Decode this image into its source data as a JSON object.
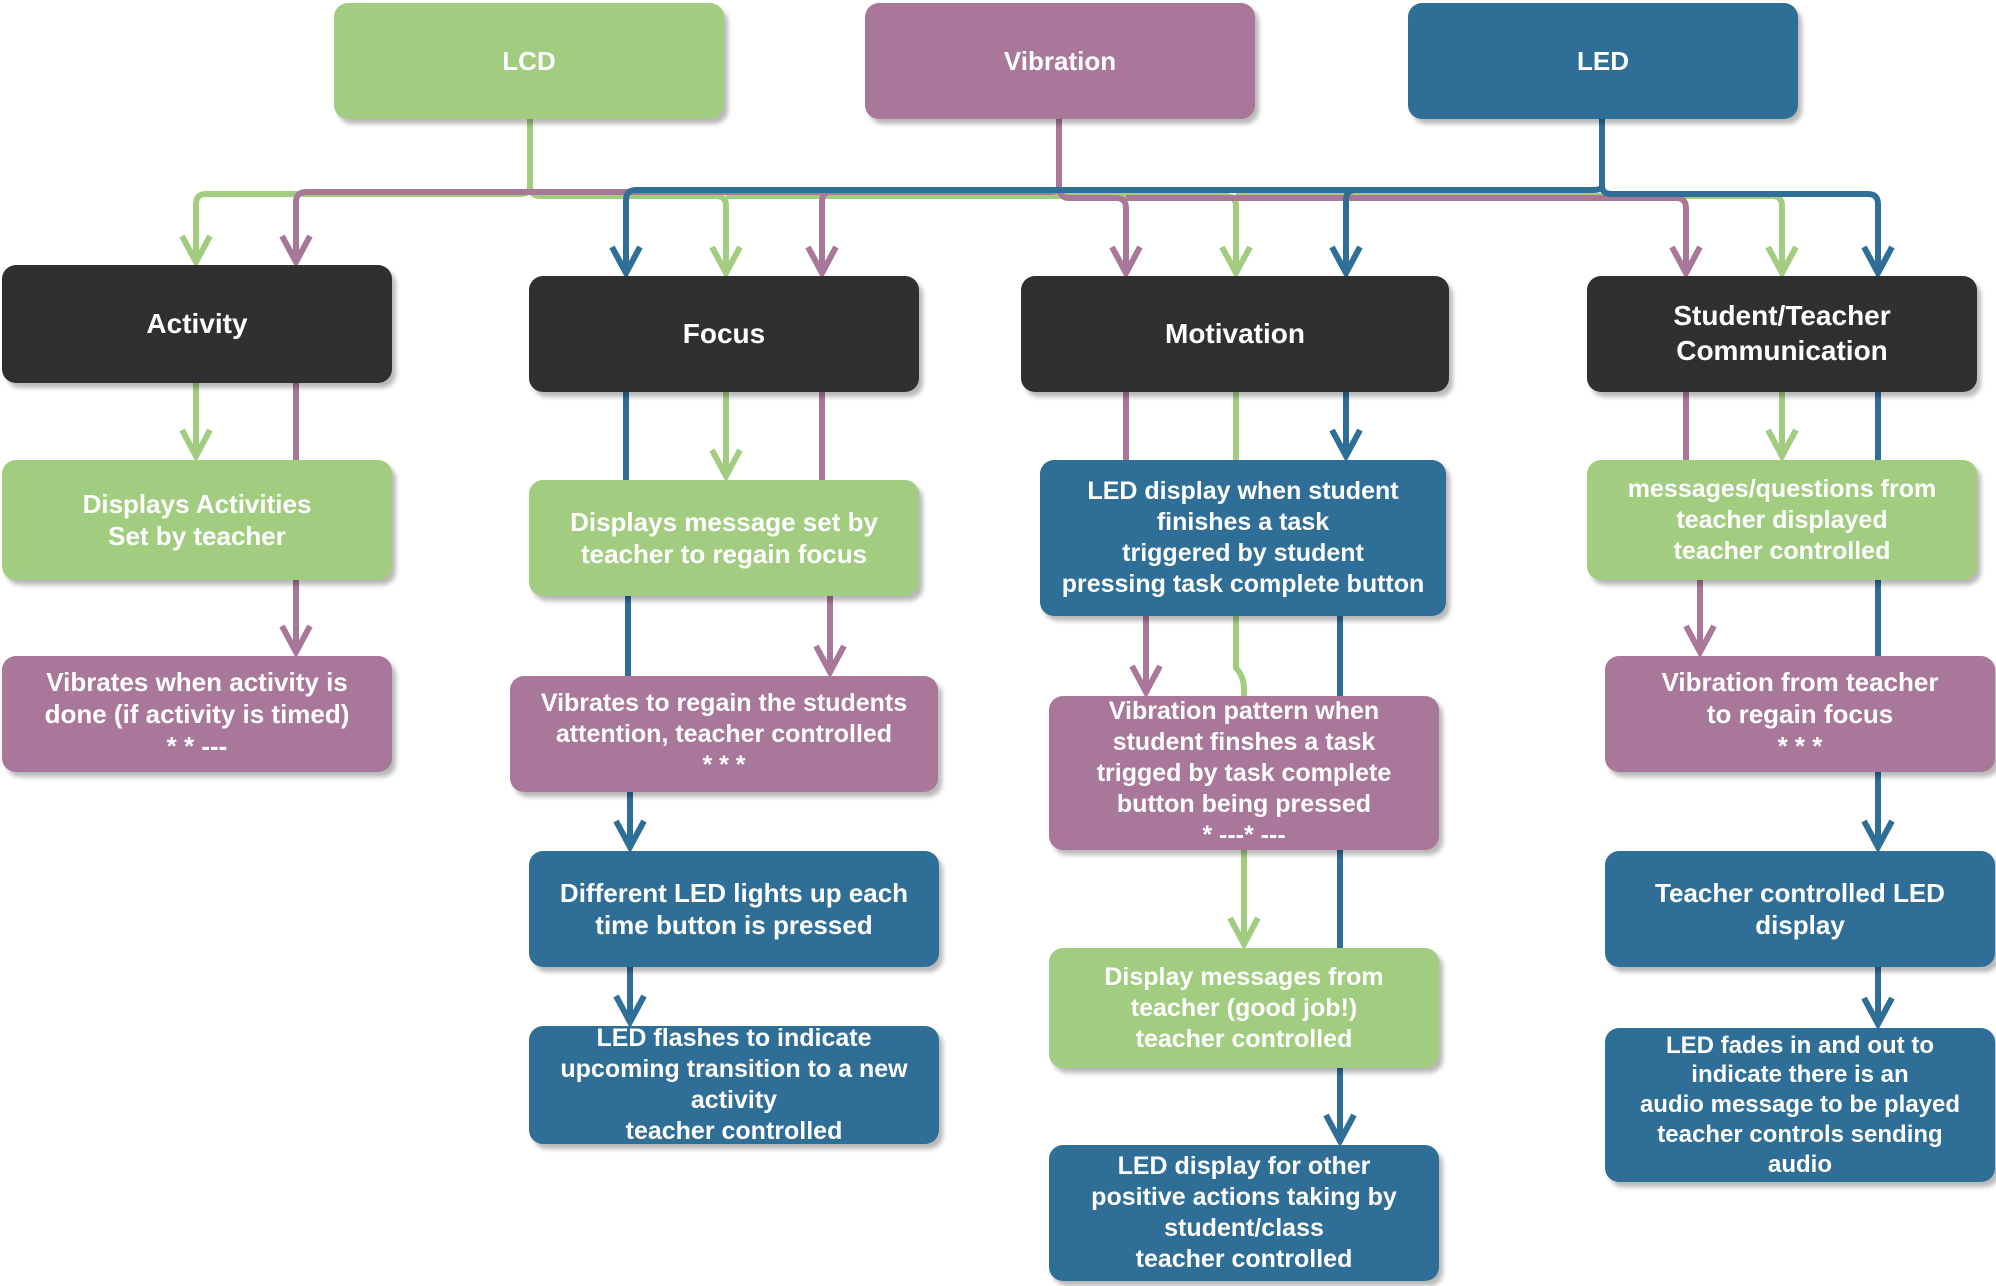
{
  "colors": {
    "lcd": "#a2cd80",
    "vibration": "#a97799",
    "led": "#2f6e96",
    "category": "#303030"
  },
  "sources": {
    "lcd": "LCD",
    "vibration": "Vibration",
    "led": "LED"
  },
  "categories": {
    "activity": "Activity",
    "focus": "Focus",
    "motivation": "Motivation",
    "communication": "Student/Teacher\nCommunication"
  },
  "activity": {
    "lcd_display": "Displays Activities\nSet by teacher",
    "vibrate_done": "Vibrates when activity is\ndone (if activity is timed)\n* * ---"
  },
  "focus": {
    "lcd_message": "Displays message set by\nteacher to regain focus",
    "vibrate_attention": "Vibrates to regain the students\nattention, teacher controlled\n* * *",
    "led_button": "Different LED  lights up each\ntime button is pressed",
    "led_transition": "LED flashes to indicate\nupcoming transition to a new\nactivity\nteacher controlled"
  },
  "motivation": {
    "led_task": "LED display when student\nfinishes a task\ntriggered by student\npressing task complete button",
    "vibration_pattern": "Vibration pattern when\nstudent finshes a task\ntrigged by task complete\nbutton being pressed\n* ---* ---",
    "lcd_messages": "Display messages from\nteacher (good job!)\nteacher controlled",
    "led_positive": "LED display for other\npositive actions taking by\nstudent/class\nteacher controlled"
  },
  "communication": {
    "lcd_questions": "messages/questions from\nteacher displayed\nteacher controlled",
    "vibration_teacher": "Vibration from teacher\nto regain focus\n* * *",
    "led_teacher": "Teacher controlled LED\ndisplay",
    "led_fades": "LED  fades in and out to\nindicate there is an\naudio message to be played\nteacher controls sending\naudio"
  }
}
